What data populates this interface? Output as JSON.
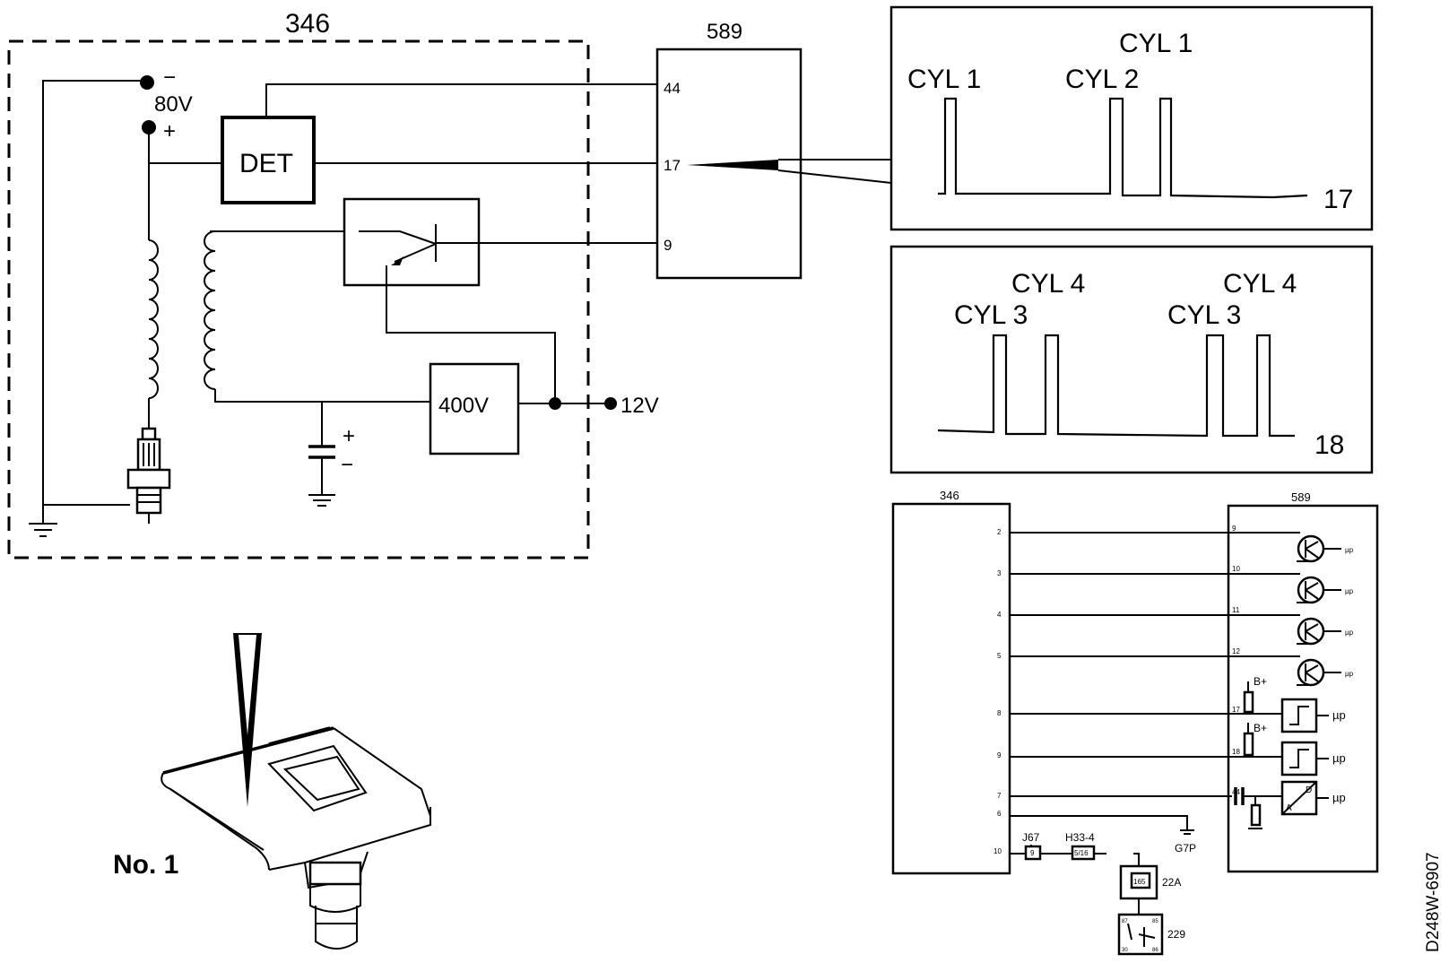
{
  "top_left": {
    "module_346": "346",
    "module_589": "589",
    "minus": "−",
    "plus": "+",
    "v80": "80V",
    "det": "DET",
    "v400": "400V",
    "v12": "12V",
    "cap_plus": "+",
    "cap_minus": "−",
    "pin44": "44",
    "pin17": "17",
    "pin9": "9"
  },
  "scope1": {
    "cyl1_a": "CYL 1",
    "cyl2": "CYL 2",
    "cyl1_b": "CYL 1",
    "channel": "17"
  },
  "scope2": {
    "cyl4_a": "CYL 4",
    "cyl3_a": "CYL 3",
    "cyl4_b": "CYL 4",
    "cyl3_b": "CYL 3",
    "channel": "18"
  },
  "inset": {
    "label": "No. 1"
  },
  "wiring": {
    "left_module": "346",
    "right_module": "589",
    "left_pins": [
      "2",
      "3",
      "4",
      "5",
      "8",
      "9",
      "7",
      "6",
      "10"
    ],
    "right_pins": [
      "9",
      "10",
      "11",
      "12",
      "17",
      "18",
      "44"
    ],
    "mu_p": "µp",
    "b_plus": "B+",
    "adc_a": "A",
    "adc_d": "D",
    "j67": "J67",
    "h33": "H33-4",
    "g7p": "G7P",
    "r22a": "22A",
    "r229": "229",
    "j67_inner": "9",
    "h33_inner": "5/16",
    "relay_inner": "165",
    "relay_pins": [
      "87",
      "30",
      "85",
      "86"
    ]
  },
  "doc_id": "D248W-6907"
}
